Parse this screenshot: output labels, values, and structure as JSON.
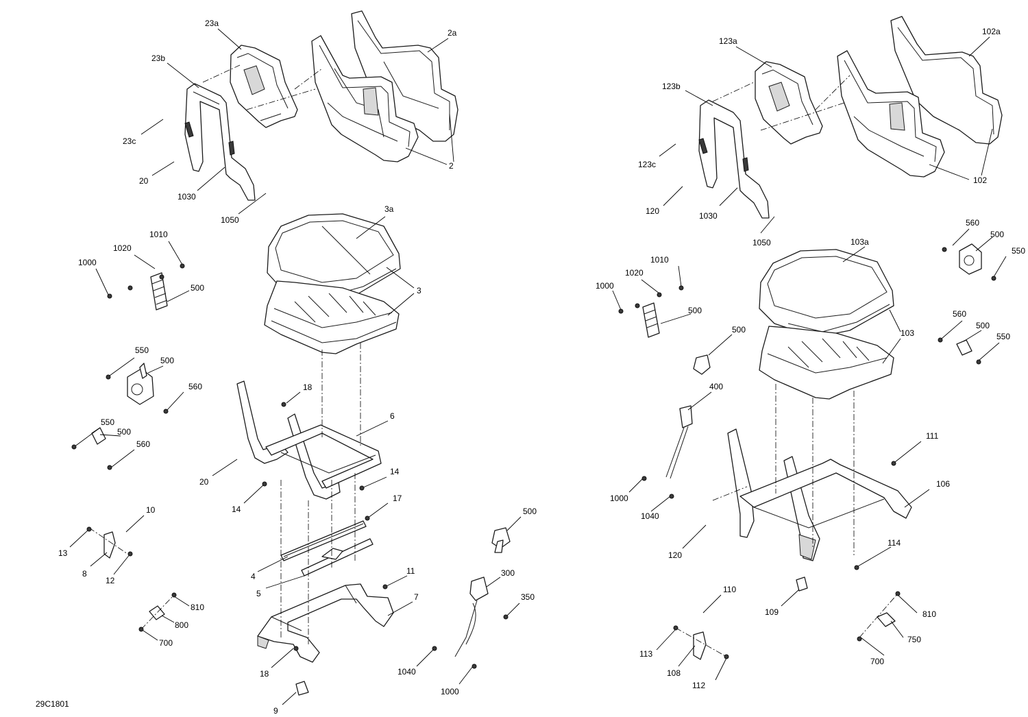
{
  "drawing_number": "29C1801",
  "callouts": [
    {
      "id": "c-2a",
      "text": "2a"
    },
    {
      "id": "c-23a",
      "text": "23a"
    },
    {
      "id": "c-23b",
      "text": "23b"
    },
    {
      "id": "c-23c",
      "text": "23c"
    },
    {
      "id": "c-20a",
      "text": "20"
    },
    {
      "id": "c-1030a",
      "text": "1030"
    },
    {
      "id": "c-1050a",
      "text": "1050"
    },
    {
      "id": "c-2",
      "text": "2"
    },
    {
      "id": "c-3a",
      "text": "3a"
    },
    {
      "id": "c-3",
      "text": "3"
    },
    {
      "id": "c-1010a",
      "text": "1010"
    },
    {
      "id": "c-1020a",
      "text": "1020"
    },
    {
      "id": "c-1000a",
      "text": "1000"
    },
    {
      "id": "c-500a",
      "text": "500"
    },
    {
      "id": "c-550a",
      "text": "550"
    },
    {
      "id": "c-500b",
      "text": "500"
    },
    {
      "id": "c-560a",
      "text": "560"
    },
    {
      "id": "c-550b",
      "text": "550"
    },
    {
      "id": "c-500c",
      "text": "500"
    },
    {
      "id": "c-560b",
      "text": "560"
    },
    {
      "id": "c-18a",
      "text": "18"
    },
    {
      "id": "c-6",
      "text": "6"
    },
    {
      "id": "c-20b",
      "text": "20"
    },
    {
      "id": "c-14a",
      "text": "14"
    },
    {
      "id": "c-14b",
      "text": "14"
    },
    {
      "id": "c-17",
      "text": "17"
    },
    {
      "id": "c-10",
      "text": "10"
    },
    {
      "id": "c-13",
      "text": "13"
    },
    {
      "id": "c-8",
      "text": "8"
    },
    {
      "id": "c-12",
      "text": "12"
    },
    {
      "id": "c-4",
      "text": "4"
    },
    {
      "id": "c-5",
      "text": "5"
    },
    {
      "id": "c-11",
      "text": "11"
    },
    {
      "id": "c-7",
      "text": "7"
    },
    {
      "id": "c-810a",
      "text": "810"
    },
    {
      "id": "c-800",
      "text": "800"
    },
    {
      "id": "c-700a",
      "text": "700"
    },
    {
      "id": "c-18b",
      "text": "18"
    },
    {
      "id": "c-9",
      "text": "9"
    },
    {
      "id": "c-500d",
      "text": "500"
    },
    {
      "id": "c-300",
      "text": "300"
    },
    {
      "id": "c-350",
      "text": "350"
    },
    {
      "id": "c-1040a",
      "text": "1040"
    },
    {
      "id": "c-1000b",
      "text": "1000"
    },
    {
      "id": "c-102a",
      "text": "102a"
    },
    {
      "id": "c-123a",
      "text": "123a"
    },
    {
      "id": "c-123b",
      "text": "123b"
    },
    {
      "id": "c-123c",
      "text": "123c"
    },
    {
      "id": "c-120a",
      "text": "120"
    },
    {
      "id": "c-1030b",
      "text": "1030"
    },
    {
      "id": "c-1050b",
      "text": "1050"
    },
    {
      "id": "c-102",
      "text": "102"
    },
    {
      "id": "c-103a",
      "text": "103a"
    },
    {
      "id": "c-103",
      "text": "103"
    },
    {
      "id": "c-560c",
      "text": "560"
    },
    {
      "id": "c-500e",
      "text": "500"
    },
    {
      "id": "c-550c",
      "text": "550"
    },
    {
      "id": "c-1010b",
      "text": "1010"
    },
    {
      "id": "c-1020b",
      "text": "1020"
    },
    {
      "id": "c-1000c",
      "text": "1000"
    },
    {
      "id": "c-500f",
      "text": "500"
    },
    {
      "id": "c-560d",
      "text": "560"
    },
    {
      "id": "c-500g",
      "text": "500"
    },
    {
      "id": "c-550d",
      "text": "550"
    },
    {
      "id": "c-500h",
      "text": "500"
    },
    {
      "id": "c-400",
      "text": "400"
    },
    {
      "id": "c-111",
      "text": "111"
    },
    {
      "id": "c-106",
      "text": "106"
    },
    {
      "id": "c-1000d",
      "text": "1000"
    },
    {
      "id": "c-1040b",
      "text": "1040"
    },
    {
      "id": "c-120b",
      "text": "120"
    },
    {
      "id": "c-114",
      "text": "114"
    },
    {
      "id": "c-110",
      "text": "110"
    },
    {
      "id": "c-109",
      "text": "109"
    },
    {
      "id": "c-810b",
      "text": "810"
    },
    {
      "id": "c-750",
      "text": "750"
    },
    {
      "id": "c-113",
      "text": "113"
    },
    {
      "id": "c-108",
      "text": "108"
    },
    {
      "id": "c-112",
      "text": "112"
    },
    {
      "id": "c-700b",
      "text": "700"
    }
  ]
}
